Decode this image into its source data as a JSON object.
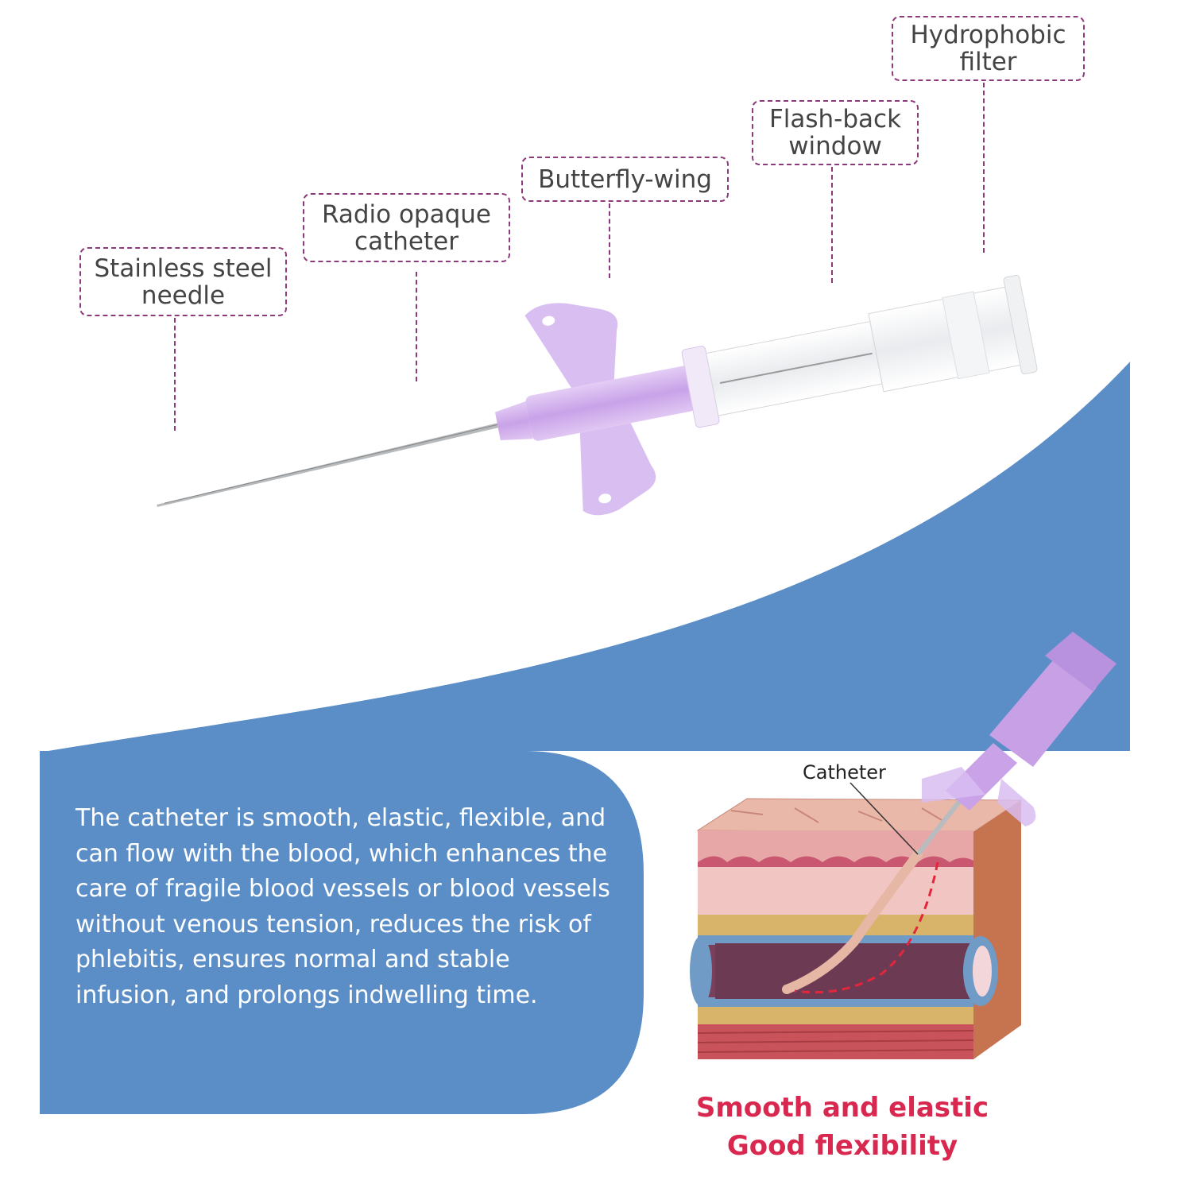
{
  "callouts": {
    "needle": [
      "Stainless steel",
      "needle"
    ],
    "catheter": [
      "Radio opaque",
      "catheter"
    ],
    "wing": [
      "Butterfly-wing"
    ],
    "flashback": [
      "Flash-back",
      "window"
    ],
    "filter": [
      "Hydrophobic",
      "filter"
    ]
  },
  "description": "The catheter is smooth, elastic, flexible, and can flow with the blood, which enhances the care of fragile blood vessels or blood vessels without venous tension, reduces the risk of phlebitis, ensures normal and stable infusion, and prolongs indwelling time.",
  "illustration": {
    "label": "Catheter"
  },
  "caption": {
    "line1": "Smooth and elastic",
    "line2": "Good flexibility"
  },
  "colors": {
    "accent_blue": "#5b8ec7",
    "callout_border": "#8c3a7c",
    "caption_red": "#d9284f",
    "hub_purple": "#c9a2e8"
  },
  "icons": [
    "iv-cannula-image",
    "skin-cross-section-image"
  ]
}
